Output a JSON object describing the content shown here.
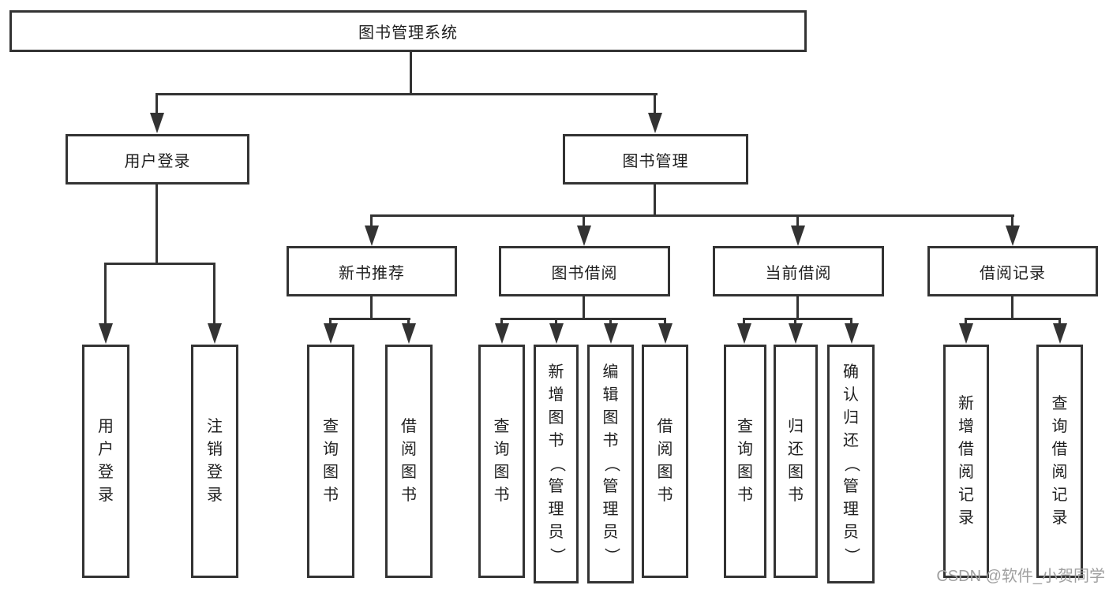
{
  "colors": {
    "line": "#333333",
    "text": "#1f1f1f",
    "watermark": "#a0a0a0",
    "background": "#ffffff"
  },
  "nodes": {
    "root": {
      "label": "图书管理系统"
    },
    "user_login": {
      "label": "用户登录"
    },
    "book_management": {
      "label": "图书管理"
    },
    "new_book_recommend": {
      "label": "新书推荐"
    },
    "book_borrowing": {
      "label": "图书借阅"
    },
    "current_borrowing": {
      "label": "当前借阅"
    },
    "borrow_records": {
      "label": "借阅记录"
    }
  },
  "leaves": [
    {
      "label": "用户登录"
    },
    {
      "label": "注销登录"
    },
    {
      "label": "查询图书"
    },
    {
      "label": "借阅图书"
    },
    {
      "label": "查询图书"
    },
    {
      "label": "新增图书（管理员）"
    },
    {
      "label": "编辑图书（管理员）"
    },
    {
      "label": "借阅图书"
    },
    {
      "label": "查询图书"
    },
    {
      "label": "归还图书"
    },
    {
      "label": "确认归还（管理员）"
    },
    {
      "label": "新增借阅记录"
    },
    {
      "label": "查询借阅记录"
    }
  ],
  "watermark": "CSDN @软件_小贺同学"
}
